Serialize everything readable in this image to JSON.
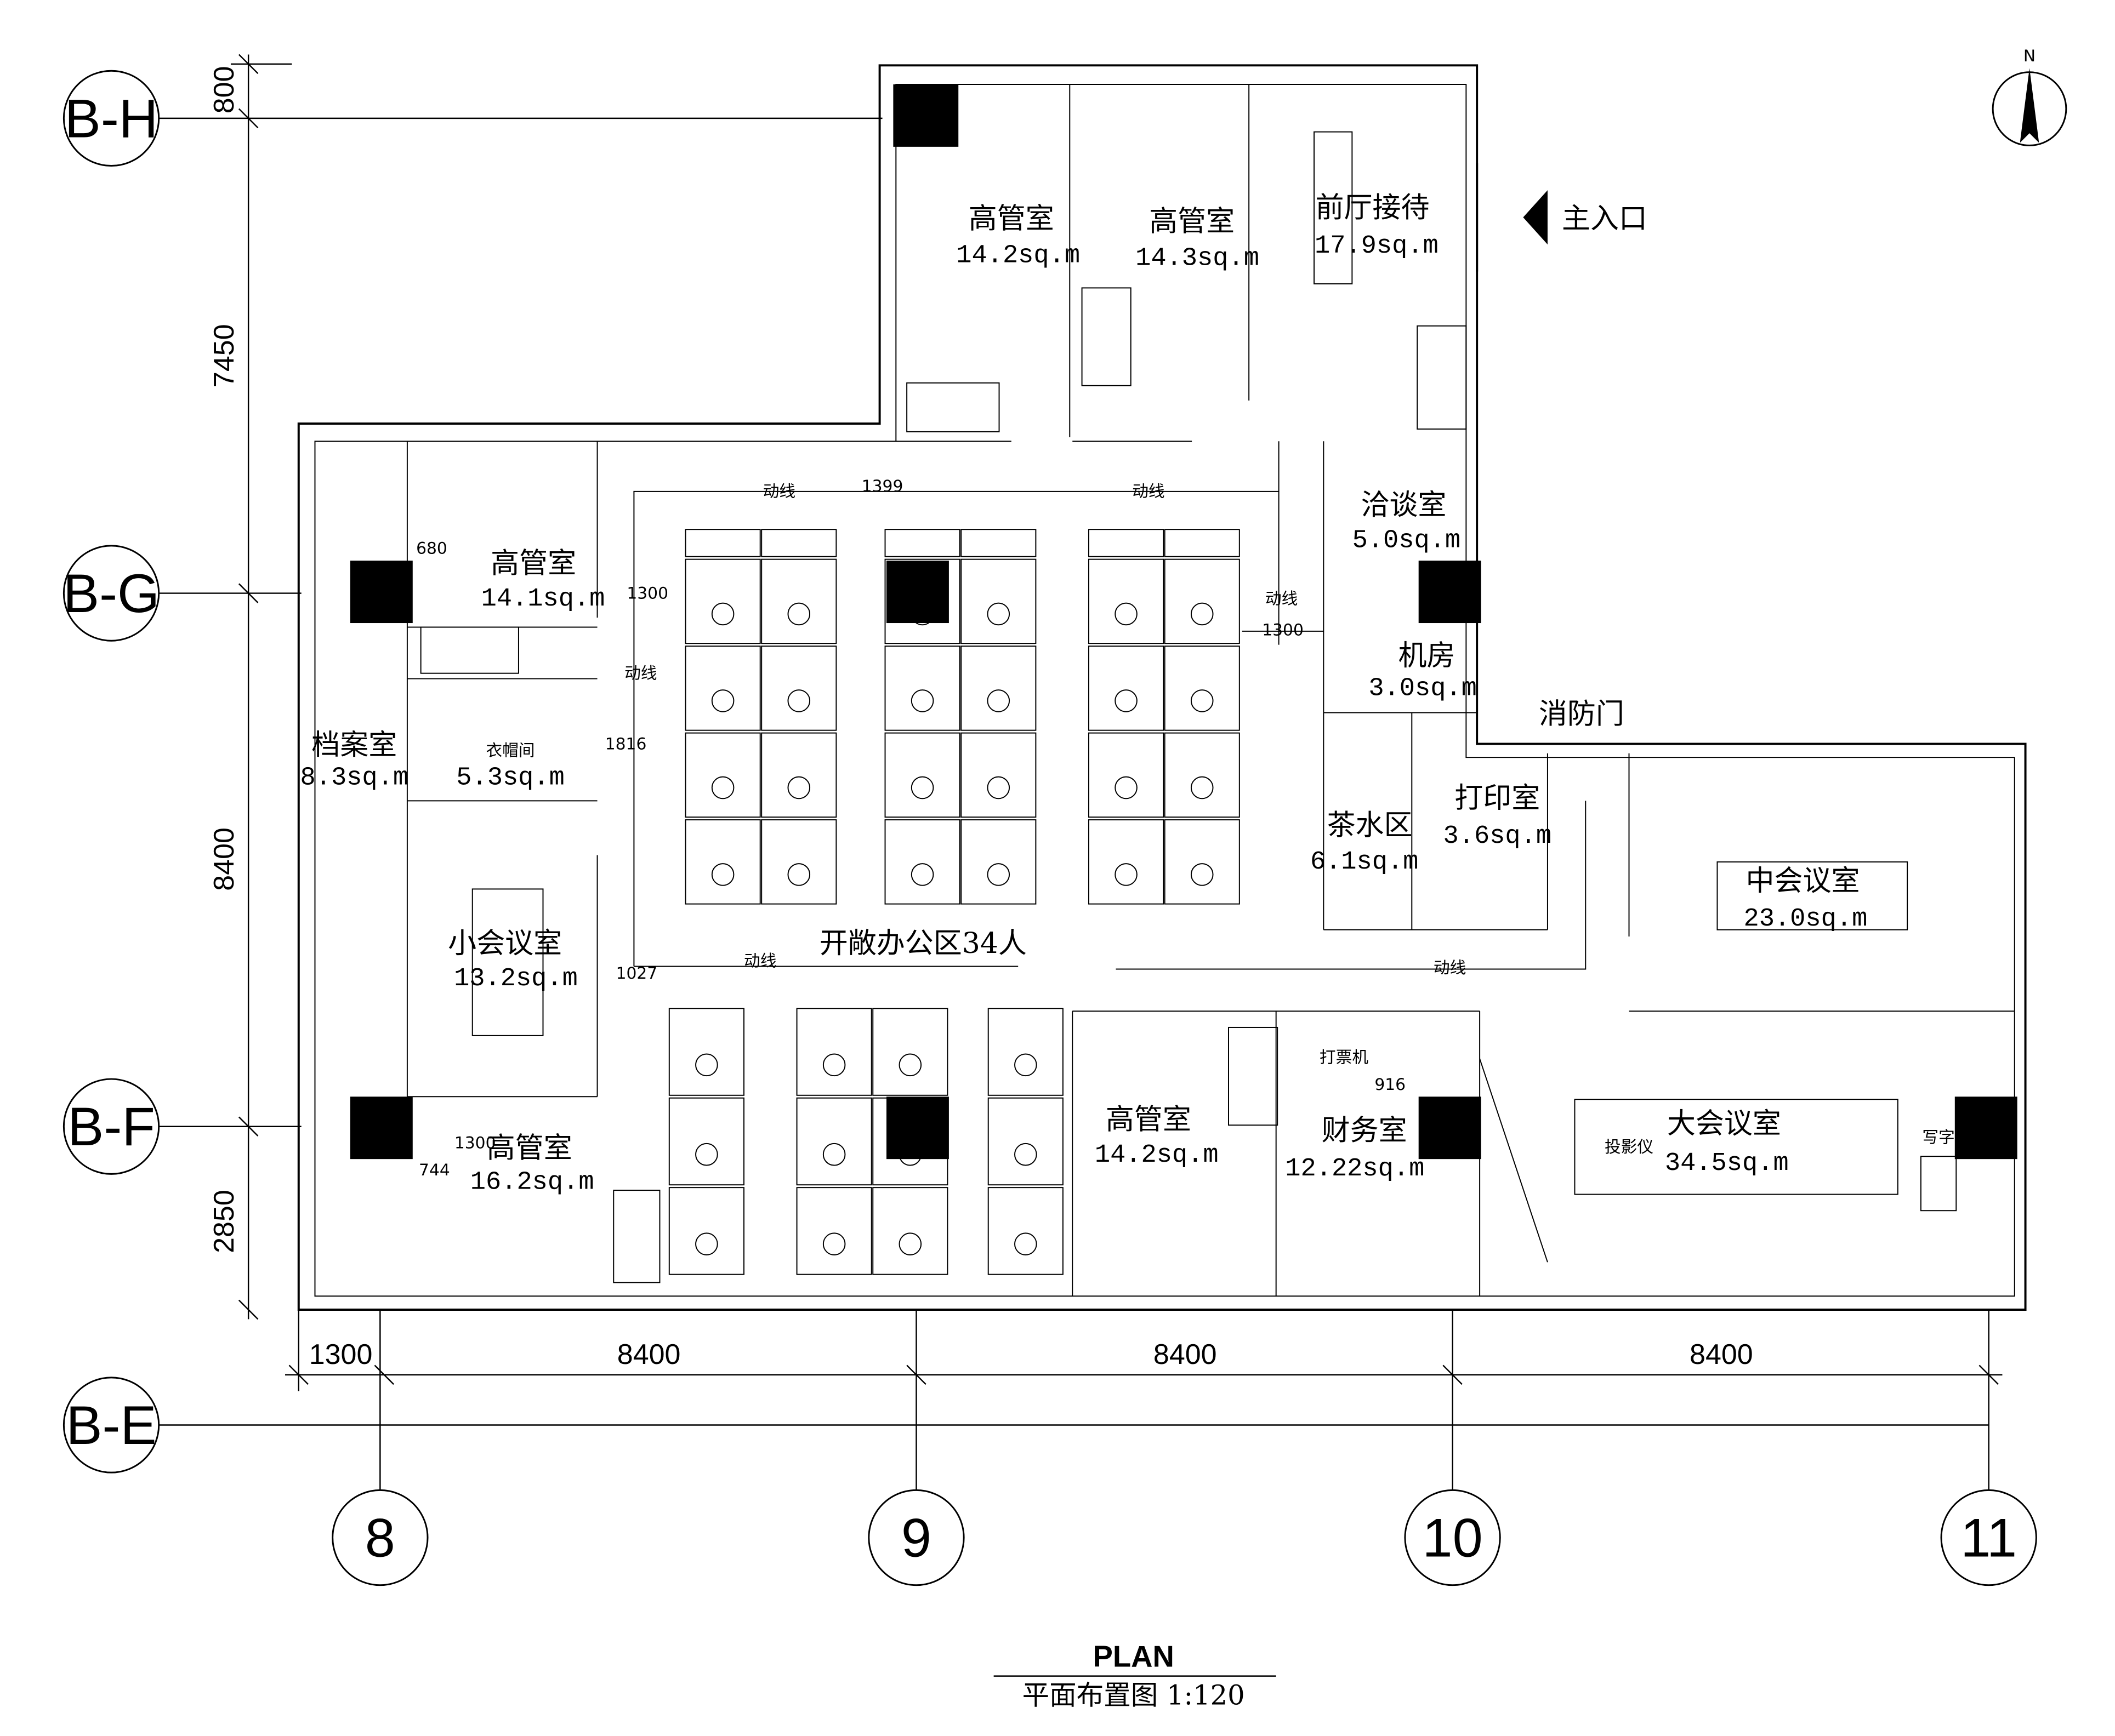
{
  "grid_rows": [
    "B-H",
    "B-G",
    "B-F",
    "B-E"
  ],
  "grid_cols": [
    "8",
    "9",
    "10",
    "11"
  ],
  "dims_vertical": [
    "800",
    "7450",
    "8400",
    "2850"
  ],
  "dims_horizontal": [
    "1300",
    "8400",
    "8400",
    "8400"
  ],
  "north": "N",
  "entrance": "主入口",
  "fire_door": "消防门",
  "rooms": {
    "exec1": {
      "name": "高管室",
      "area": "14.2sq.m"
    },
    "exec2": {
      "name": "高管室",
      "area": "14.3sq.m"
    },
    "reception": {
      "name": "前厅接待",
      "area": "17.9sq.m"
    },
    "exec3": {
      "name": "高管室",
      "area": "14.1sq.m"
    },
    "archive": {
      "name": "档案室",
      "area": "8.3sq.m"
    },
    "cloak": {
      "name": "衣帽间",
      "area": "5.3sq.m"
    },
    "small_meeting": {
      "name": "小会议室",
      "area": "13.2sq.m"
    },
    "exec4": {
      "name": "高管室",
      "area": "16.2sq.m"
    },
    "negotiation": {
      "name": "洽谈室",
      "area": "5.0sq.m"
    },
    "server": {
      "name": "机房",
      "area": "3.0sq.m"
    },
    "pantry": {
      "name": "茶水区",
      "area": "6.1sq.m"
    },
    "print": {
      "name": "打印室",
      "area": "3.6sq.m"
    },
    "mid_meeting": {
      "name": "中会议室",
      "area": "23.0sq.m"
    },
    "large_meeting": {
      "name": "大会议室",
      "area": "34.5sq.m"
    },
    "exec5": {
      "name": "高管室",
      "area": "14.2sq.m"
    },
    "finance": {
      "name": "财务室",
      "area": "12.22sq.m"
    },
    "open_office": {
      "name": "开敞办公区34人"
    }
  },
  "flow_label": "动线",
  "annotations": {
    "d1399": "1399",
    "d1300a": "1300",
    "d1300b": "1300",
    "d1816": "1816",
    "d1027": "1027",
    "d680": "680",
    "d744": "744",
    "d1300c": "1300",
    "d916": "916",
    "ticket": "打票机",
    "projector": "投影仪",
    "whiteboard": "写字板"
  },
  "title": {
    "main": "PLAN",
    "sub": "平面布置图 1:120"
  }
}
